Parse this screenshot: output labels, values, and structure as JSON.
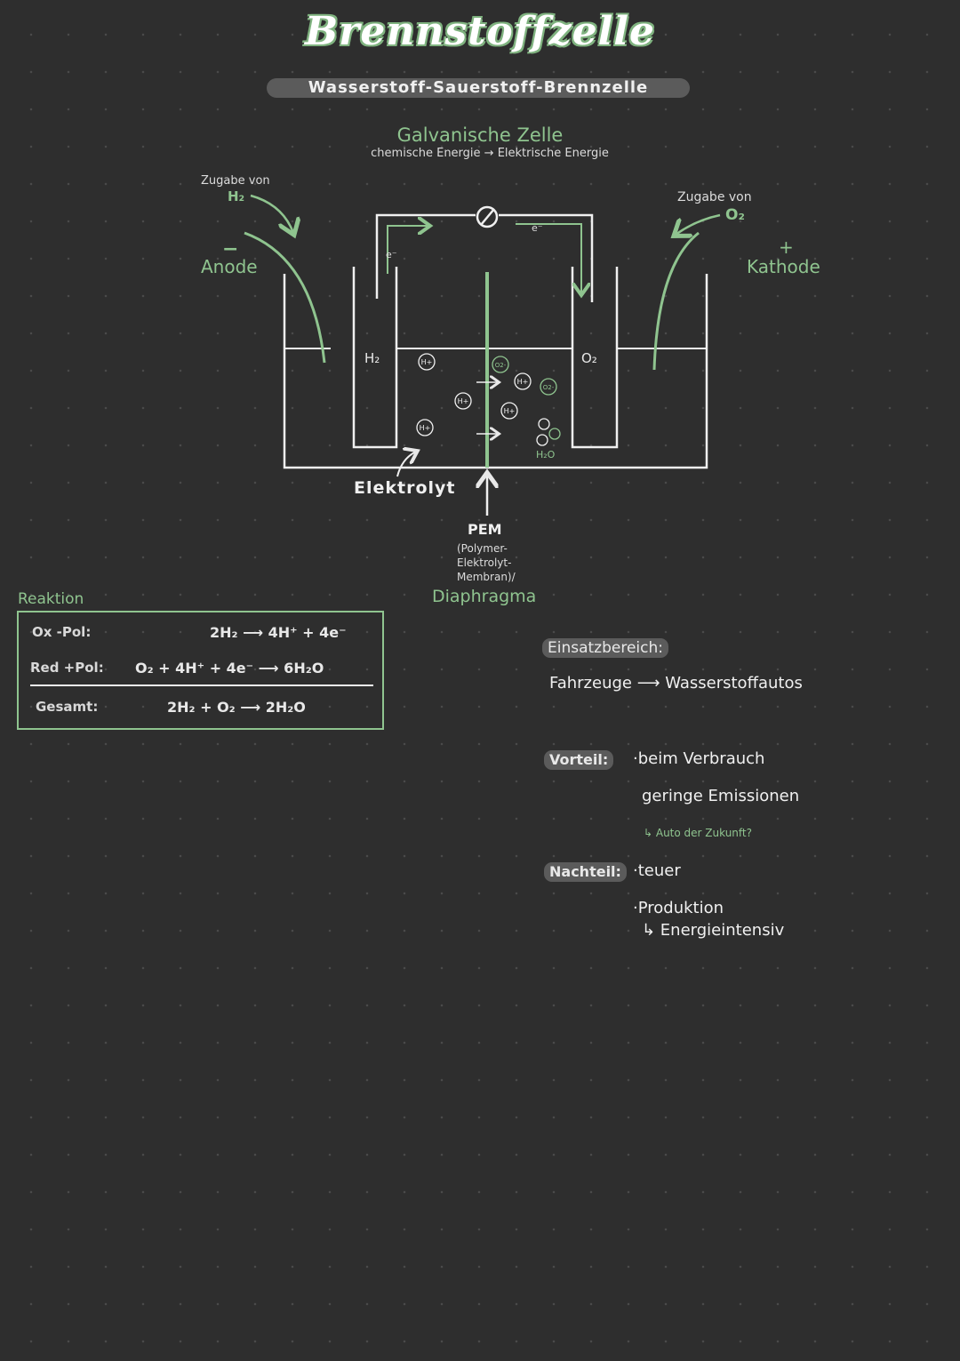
{
  "title": "Brennstoffzelle",
  "subtitle": "Wasserstoff-Sauerstoff-Brennzelle",
  "cell_type": {
    "heading": "Galvanische Zelle",
    "energy_conversion": "chemische Energie → Elektrische Energie"
  },
  "diagram": {
    "h2_supply": {
      "label": "Zugabe von",
      "gas": "H₂"
    },
    "o2_supply": {
      "label": "Zugabe von",
      "gas": "O₂"
    },
    "anode": {
      "sign": "−",
      "label": "Anode"
    },
    "cathode": {
      "sign": "+",
      "label": "Kathode"
    },
    "electron_left": "e⁻",
    "electron_right": "e⁻",
    "h2_electrode": "H₂",
    "o2_electrode": "O₂",
    "ion": "H⁺",
    "o_ion": "O²⁻",
    "water": "H₂O",
    "electrolyte": "Elektrolyt",
    "membrane": {
      "abbr": "PEM",
      "line1": "(Polymer-",
      "line2": "Elektrolyt-",
      "line3": "Membran)/",
      "alt": "Diaphragma"
    }
  },
  "reaction": {
    "heading": "Reaktion",
    "rows": [
      {
        "label": "Ox  -Pol:",
        "equation": "2H₂ ⟶ 4H⁺ + 4e⁻"
      },
      {
        "label": "Red +Pol:",
        "equation": "O₂ + 4H⁺ + 4e⁻ ⟶ 6H₂O"
      },
      {
        "label": "Gesamt:",
        "equation": "2H₂ + O₂ ⟶ 2H₂O"
      }
    ]
  },
  "usage": {
    "heading": "Einsatzbereich:",
    "text": "Fahrzeuge ⟶ Wasserstoffautos"
  },
  "pros": {
    "heading": "Vorteil:",
    "item1": "·beim Verbrauch",
    "item2": "geringe Emissionen",
    "sub": "↳ Auto der Zukunft?"
  },
  "cons": {
    "heading": "Nachteil:",
    "item1": "·teuer",
    "item2": "·Produktion",
    "sub": "↳ Energieintensiv"
  },
  "colors": {
    "accent": "#8fc48f",
    "background": "#2e2e2e",
    "pill": "#5b5b5b"
  }
}
